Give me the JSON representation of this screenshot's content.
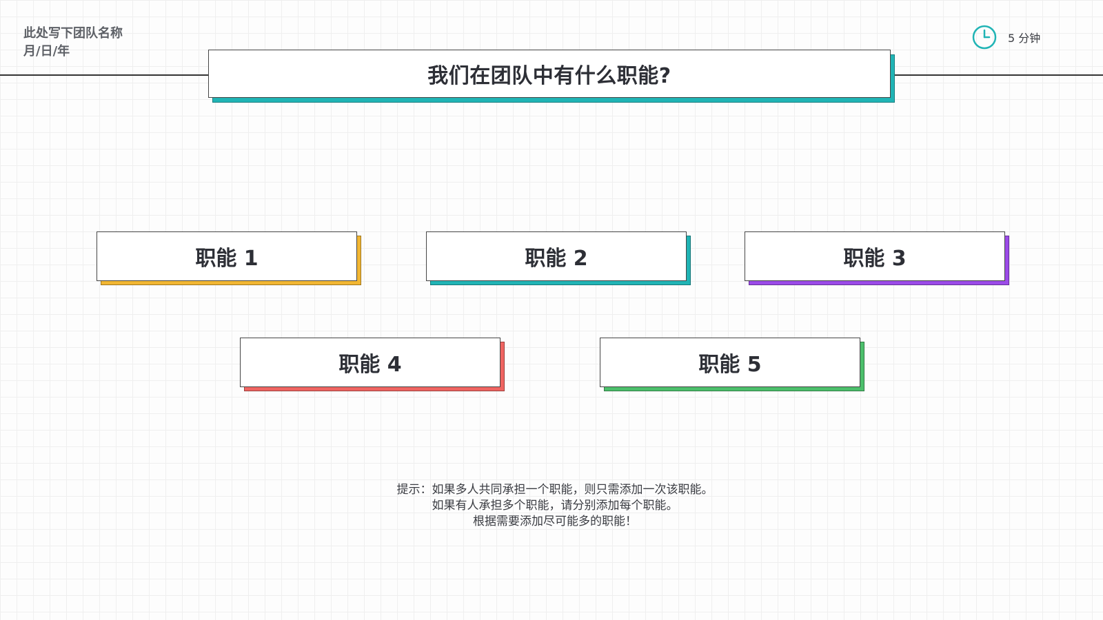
{
  "header": {
    "team_name": "此处写下团队名称",
    "date": "月/日/年",
    "timer_label": "5 分钟",
    "timer_icon": "clock-icon"
  },
  "title": {
    "text": "我们在团队中有什么职能?",
    "accent_color": "#20b4b5"
  },
  "roles": [
    {
      "label": "职能 1",
      "color": "#f2b632"
    },
    {
      "label": "职能 2",
      "color": "#20b4b5"
    },
    {
      "label": "职能 3",
      "color": "#9b4be8"
    },
    {
      "label": "职能 4",
      "color": "#ef6461"
    },
    {
      "label": "职能 5",
      "color": "#4cbf6b"
    }
  ],
  "tip": {
    "lines": [
      "提示：如果多人共同承担一个职能，则只需添加一次该职能。",
      "如果有人承担多个职能，请分别添加每个职能。",
      "根据需要添加尽可能多的职能！"
    ]
  }
}
